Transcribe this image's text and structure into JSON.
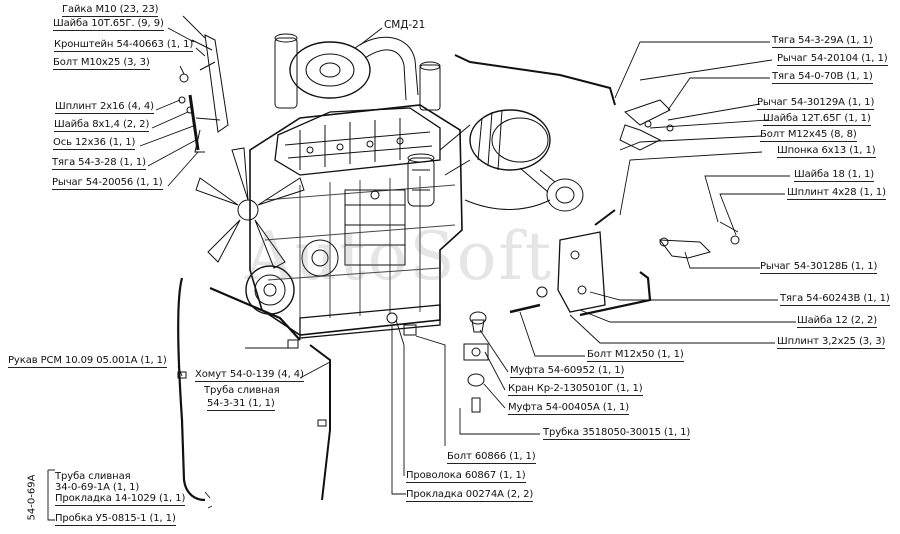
{
  "title": "СМД-21",
  "watermark": "AutoSoft",
  "side_code": "54-0-69А",
  "labels": {
    "nut_m10": "Гайка М10 (23, 23)",
    "washer_10t": "Шайба 10Т.65Г. (9, 9)",
    "bracket": "Кронштейн 54-40663 (1, 1)",
    "bolt_m10": "Болт М10х25 (3, 3)",
    "split_pin_2x16": "Шплинт 2х16 (4, 4)",
    "washer_8x14": "Шайба 8х1,4 (2, 2)",
    "axle": "Ось 12х36 (1, 1)",
    "rod_54_3_28": "Тяга 54-3-28 (1, 1)",
    "lever_54_20056": "Рычаг 54-20056 (1, 1)",
    "hose": "Рукав РСМ 10.09 05.001А (1, 1)",
    "clamp": "Хомут 54-0-139 (4, 4)",
    "drain_pipe_1": "Труба сливная",
    "drain_pipe_1_code": "54-3-31 (1, 1)",
    "drain_pipe_2": "Труба сливная",
    "drain_pipe_2_code": "34-0-69-1А (1, 1)",
    "gasket_14": "Прокладка 14-1029 (1, 1)",
    "plug": "Пробка У5-0815-1 (1, 1)",
    "rod_54_3_29a": "Тяга 54-3-29А (1, 1)",
    "lever_54_20104": "Рычаг 54-20104 (1, 1)",
    "rod_54_0_70v": "Тяга 54-0-70В (1, 1)",
    "lever_54_30129a": "Рычаг 54-30129А (1, 1)",
    "washer_12t": "Шайба 12Т.65Г (1, 1)",
    "bolt_m12x45": "Болт М12х45 (8, 8)",
    "key": "Шпонка 6х13 (1, 1)",
    "washer_18": "Шайба 18 (1, 1)",
    "split_pin_4x28": "Шплинт 4х28 (1, 1)",
    "lever_54_30128b": "Рычаг 54-30128Б (1, 1)",
    "rod_54_60243v": "Тяга 54-60243В (1, 1)",
    "washer_12": "Шайба 12 (2, 2)",
    "split_pin_32": "Шплинт 3,2х25 (3, 3)",
    "bolt_m12x50": "Болт М12х50 (1, 1)",
    "coupling_60952": "Муфта 54-60952 (1, 1)",
    "valve": "Кран Кр-2-1305010Г (1, 1)",
    "coupling_00405a": "Муфта 54-00405А (1, 1)",
    "tube": "Трубка 3518050-30015 (1, 1)",
    "bolt_60866": "Болт 60866 (1, 1)",
    "wire": "Проволока 60867 (1, 1)",
    "gasket_00274a": "Прокладка 00274А (2, 2)"
  },
  "colors": {
    "ink": "#111111",
    "paper": "#ffffff",
    "watermark": "#6e6e6e"
  }
}
